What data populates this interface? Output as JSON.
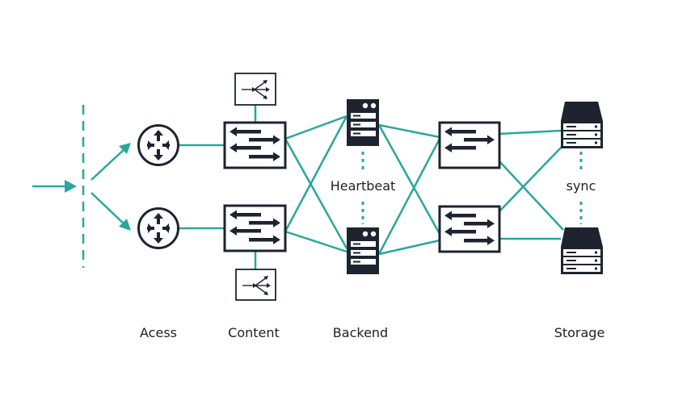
{
  "labels": {
    "heartbeat": "Heartbeat",
    "sync": "sync",
    "access": "Acess",
    "content": "Content",
    "backend": "Backend",
    "storage": "Storage"
  },
  "colors": {
    "link": "#2aa79b",
    "device": "#1d2430",
    "text": "#222222"
  },
  "icons": {
    "router": "router-icon",
    "switch": "switch-icon",
    "server": "server-icon",
    "storage": "storage-icon",
    "load_balancer": "load-balancer-icon"
  }
}
